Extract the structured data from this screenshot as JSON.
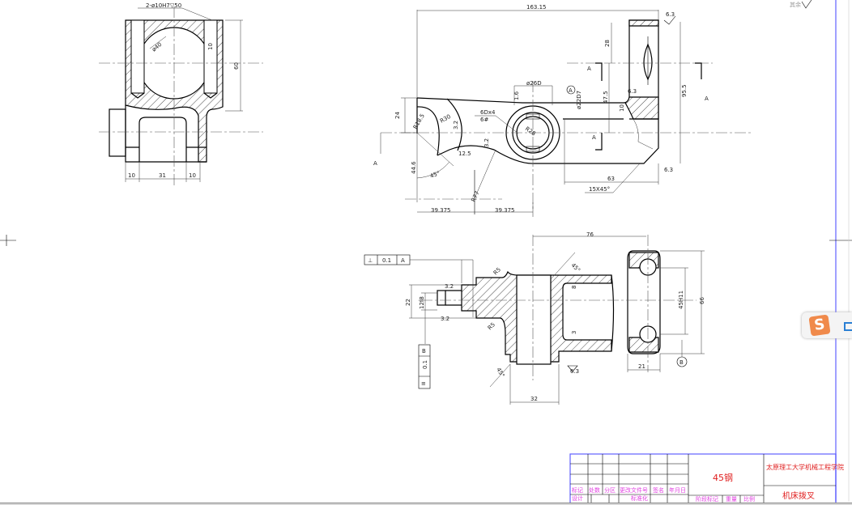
{
  "colors": {
    "border": "#8080ff",
    "title_block_lines": "#000000",
    "title_labels": "#e040e0",
    "title_red": "#e02020",
    "ime_logo": "#f08a4b"
  },
  "front_view": {
    "hole_callout": "2-ø10H7▽50",
    "dia": "ø40",
    "depth": "10",
    "height": "60",
    "w1": "10",
    "w2": "31",
    "w3": "10"
  },
  "top_view": {
    "overall": "163.15",
    "r_top": "6.3",
    "h28": "28",
    "h95": "95.5",
    "h47": "47.5",
    "d260": "ø26D",
    "d220": "ø22D7",
    "r16": "1.6",
    "circ_a": "A",
    "r63b": "6.3",
    "h10": "10",
    "h24": "24",
    "r18": "R18.5",
    "r30": "R30",
    "r32a": "3.2",
    "spline": "6Dx4",
    "spline2": "6#",
    "r32b": "3.2",
    "r28": "R28",
    "r125": "12.5",
    "h446": "44.6",
    "ang45": "45°",
    "r77": "R77",
    "w63": "6.3",
    "w63b": "63",
    "chamfer": "15X45°",
    "x39a": "39.375",
    "x39b": "39.375",
    "sect_a": "A"
  },
  "section_view": {
    "w76": "76",
    "tol_perp_sym": "⊥",
    "tol_perp_val": "0.1",
    "tol_perp_ref": "A",
    "r32c": "3.2",
    "h22": "22",
    "d12": "12f8",
    "r32d": "3.2",
    "r5a": "R5",
    "r5b": "R5",
    "ang45a": "45°",
    "ang45b": "45°",
    "h8": "8",
    "h3": "3",
    "d45": "45H11",
    "h66": "66",
    "w21": "21",
    "r63": "6.3",
    "w32": "32",
    "datum_b": "B",
    "tol_sym_val": "0.1",
    "tol_sym_sym": "≡",
    "tol_sym_ref": "B"
  },
  "roughness_note": "其余",
  "title_block": {
    "headers": [
      "标记",
      "处数",
      "分区",
      "更改文件号",
      "签名",
      "年月日"
    ],
    "row2": [
      "设计",
      "",
      "",
      "标准化"
    ],
    "material": "45钢",
    "school": "太原理工大学机械工程学院",
    "part_name": "机床拨叉",
    "stage_label": "阶段标记",
    "weight_label": "重量",
    "scale_label": "比例"
  },
  "ime": {
    "logo": "S"
  }
}
